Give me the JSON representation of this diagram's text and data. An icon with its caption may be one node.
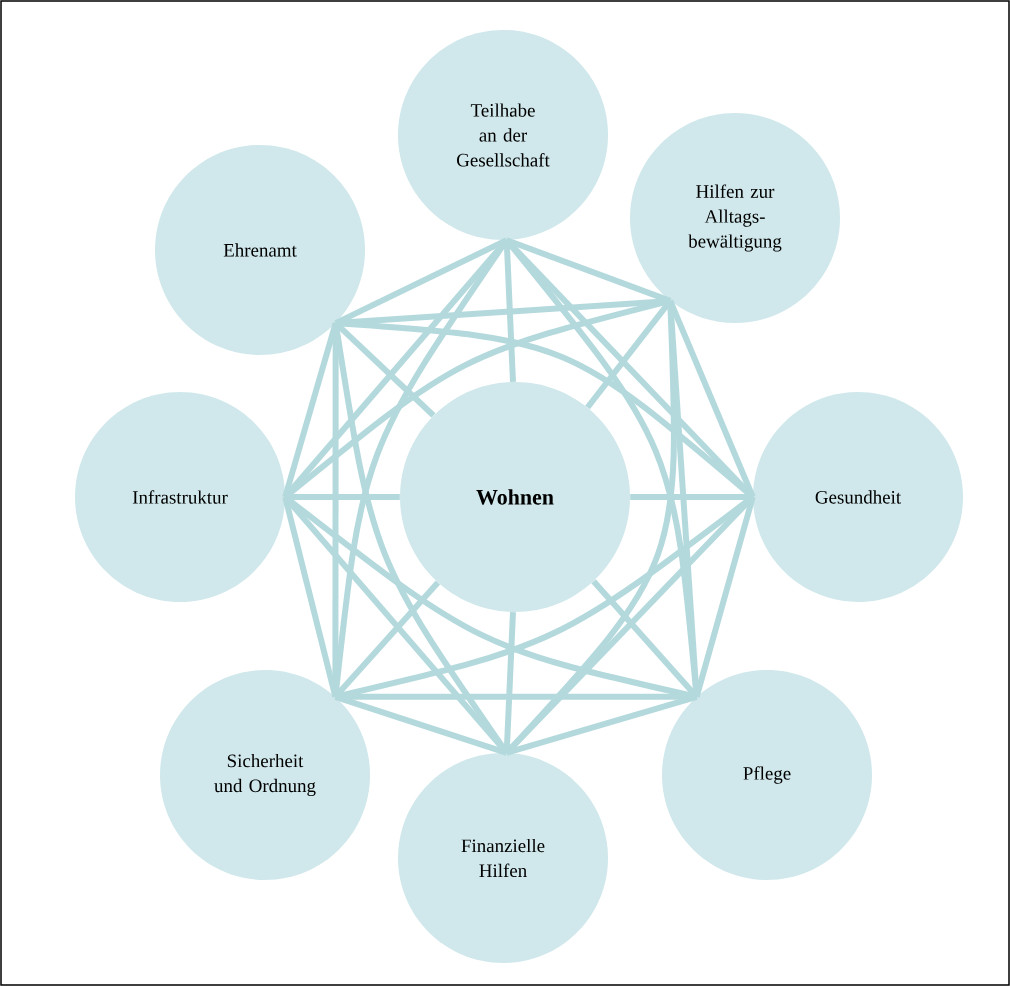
{
  "diagram": {
    "nodes": [
      {
        "text": [
          "Teilhabe an der Gesellschaft"
        ]
      },
      {
        "text": [
          "Hilfen zur Alltags- bewältigung"
        ]
      },
      {
        "text": [
          "Gesundheit"
        ]
      },
      {
        "text": [
          "Pflege"
        ]
      },
      {
        "text": [
          "Finanzielle Hilfen"
        ]
      },
      {
        "text": [
          "Sicherheit und Ordnung"
        ]
      },
      {
        "text": [
          "Infrastruktur"
        ]
      },
      {
        "text": [
          "Ehrenamt"
        ]
      },
      {
        "text": [
          "Wohnen"
        ]
      }
    ],
    "edges": [
      {
        "from": 0,
        "to": 8,
        "arrow": "none"
      },
      {
        "from": 1,
        "to": 8,
        "arrow": "none"
      },
      {
        "from": 2,
        "to": 8,
        "arrow": "none"
      },
      {
        "from": 3,
        "to": 8,
        "arrow": "none"
      },
      {
        "from": 4,
        "to": 8,
        "arrow": "none"
      },
      {
        "from": 5,
        "to": 8,
        "arrow": "none"
      },
      {
        "from": 6,
        "to": 8,
        "arrow": "none"
      },
      {
        "from": 7,
        "to": 8,
        "arrow": "none"
      },
      {
        "from": 0,
        "to": 1,
        "arrow": "none"
      },
      {
        "from": 0,
        "to": 2,
        "arrow": "none"
      },
      {
        "from": 0,
        "to": 3,
        "arrow": "none"
      },
      {
        "from": 0,
        "to": 5,
        "arrow": "none"
      },
      {
        "from": 0,
        "to": 6,
        "arrow": "none"
      },
      {
        "from": 0,
        "to": 7,
        "arrow": "none"
      },
      {
        "from": 1,
        "to": 2,
        "arrow": "none"
      },
      {
        "from": 1,
        "to": 3,
        "arrow": "none"
      },
      {
        "from": 1,
        "to": 4,
        "arrow": "none"
      },
      {
        "from": 1,
        "to": 6,
        "arrow": "none"
      },
      {
        "from": 1,
        "to": 7,
        "arrow": "none"
      },
      {
        "from": 2,
        "to": 3,
        "arrow": "none"
      },
      {
        "from": 2,
        "to": 4,
        "arrow": "none"
      },
      {
        "from": 2,
        "to": 5,
        "arrow": "none"
      },
      {
        "from": 2,
        "to": 7,
        "arrow": "none"
      },
      {
        "from": 3,
        "to": 4,
        "arrow": "none"
      },
      {
        "from": 3,
        "to": 5,
        "arrow": "none"
      },
      {
        "from": 3,
        "to": 6,
        "arrow": "none"
      },
      {
        "from": 4,
        "to": 5,
        "arrow": "none"
      },
      {
        "from": 4,
        "to": 6,
        "arrow": "none"
      },
      {
        "from": 4,
        "to": 7,
        "arrow": "none"
      },
      {
        "from": 5,
        "to": 6,
        "arrow": "none"
      },
      {
        "from": 5,
        "to": 7,
        "arrow": "none"
      },
      {
        "from": 6,
        "to": 7,
        "arrow": "none"
      }
    ]
  }
}
